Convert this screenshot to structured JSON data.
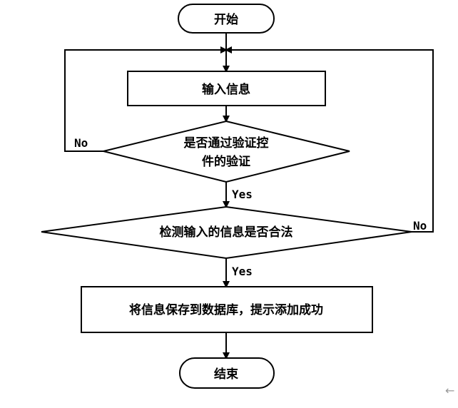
{
  "nodes": {
    "start": "开始",
    "input": "输入信息",
    "check1_line1": "是否通过验证控",
    "check1_line2": "件的验证",
    "check2": "检测输入的信息是否合法",
    "save": "将信息保存到数据库，提示添加成功",
    "end": "结束"
  },
  "edge_labels": {
    "check1_no": "No",
    "check1_yes": "Yes",
    "check2_no": "No",
    "check2_yes": "Yes"
  },
  "corner_glyph": "←"
}
